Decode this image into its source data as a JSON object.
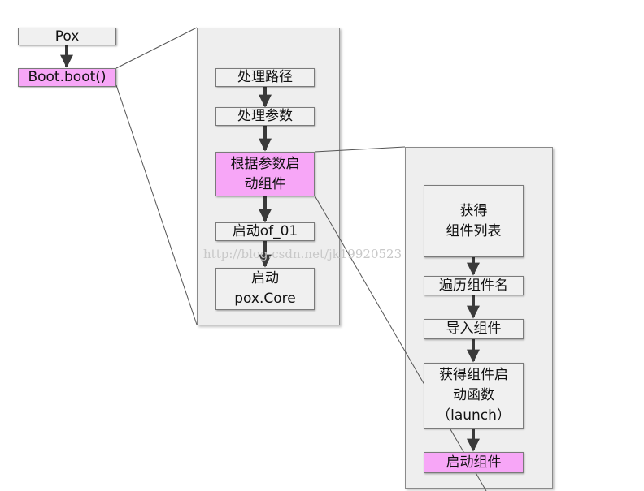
{
  "level1": {
    "pox": "Pox",
    "boot": "Boot.boot()"
  },
  "level2": {
    "handle_path": "处理路径",
    "handle_args": "处理参数",
    "launch_by_args": "根据参数启\n动组件",
    "launch_of01": "启动of_01",
    "launch_core": "启动\npox.Core"
  },
  "level3": {
    "get_list": "获得\n组件列表",
    "iterate_names": "遍历组件名",
    "import_components": "导入组件",
    "get_launch": "获得组件启\n动函数\n（launch）",
    "launch_components": "启动组件"
  },
  "watermark": "http://blog.csdn.net/jk19920523",
  "colors": {
    "highlight": "#f7a6f7",
    "box": "#f0f0f0",
    "panel": "#eeeeee",
    "arrow": "#3a3a3a"
  }
}
